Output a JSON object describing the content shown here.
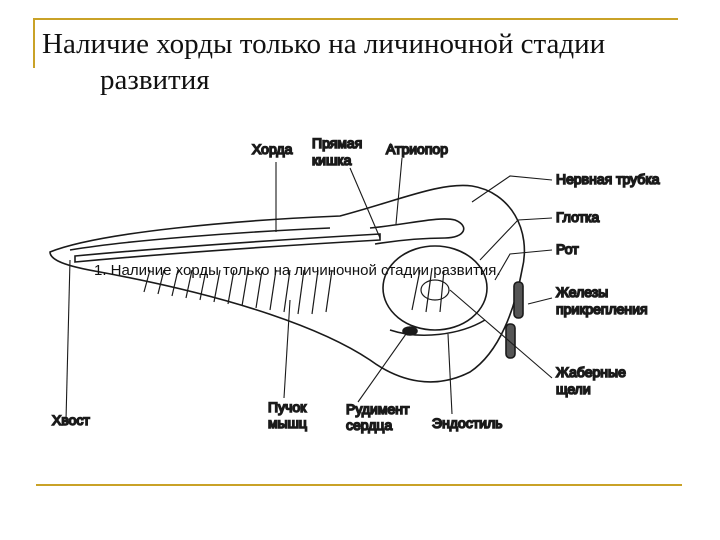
{
  "slide": {
    "title_line1": "Наличие хорды только на личиночной стадии",
    "title_line2": "развития",
    "bullet_text": "1.  Наличие хорды только на личиночной стадии развития.",
    "accent_color": "#c9a227"
  },
  "diagram": {
    "labels": {
      "chorda": "Хорда",
      "rectum_1": "Прямая",
      "rectum_2": "кишка",
      "atriopore": "Атриопор",
      "neural_tube": "Нервная трубка",
      "pharynx": "Глотка",
      "mouth": "Рот",
      "glands_1": "Железы",
      "glands_2": "прикрепления",
      "gills_1": "Жаберные",
      "gills_2": "щели",
      "tail": "Хвост",
      "muscles_1": "Пучок",
      "muscles_2": "мышц",
      "heart_1": "Рудимент",
      "heart_2": "сердца",
      "endostyle": "Эндостиль"
    }
  }
}
